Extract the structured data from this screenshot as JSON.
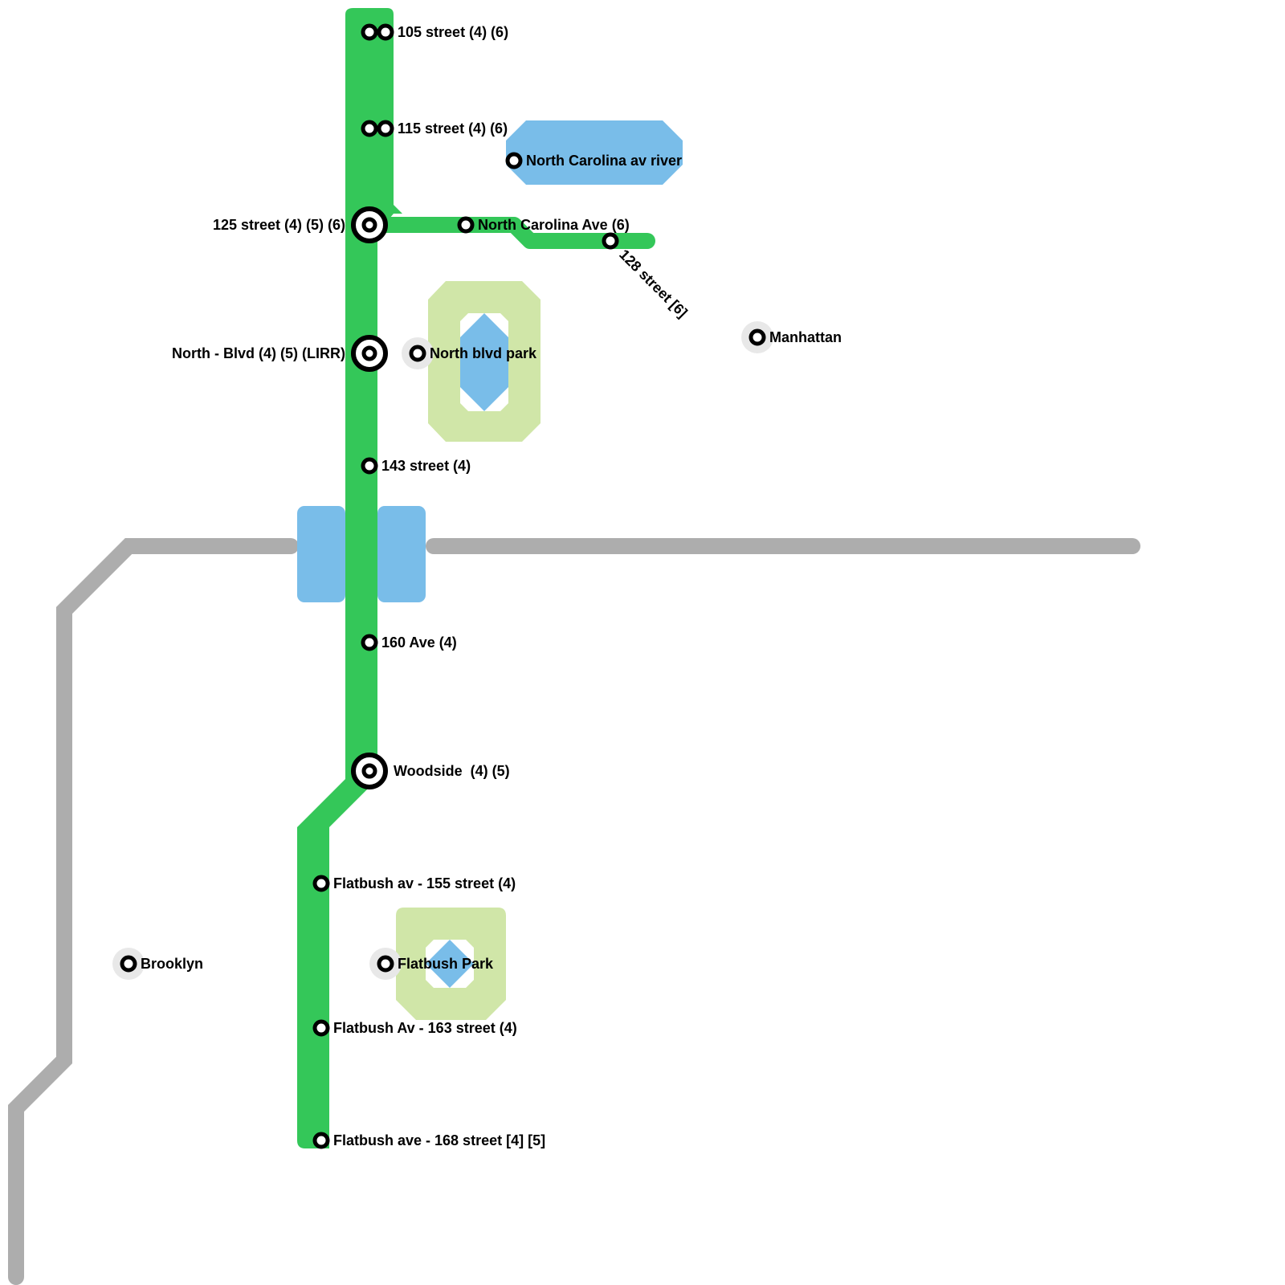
{
  "map": {
    "colors": {
      "green_line": "#34c759",
      "gray_line": "#adadad",
      "water": "#79bde9",
      "park": "#d0e6a8",
      "station_ring": "#000000",
      "station_fill": "#ffffff",
      "area_halo": "#e8e8e8"
    },
    "lines": [
      {
        "name": "Green line (4) (5) (6)",
        "color_key": "green_line"
      },
      {
        "name": "Gray railway",
        "color_key": "gray_line"
      }
    ],
    "stations": [
      {
        "id": "s105",
        "label": "105 street (4) (6)",
        "type": "double"
      },
      {
        "id": "s115",
        "label": "115 street (4) (6)",
        "type": "double"
      },
      {
        "id": "s125",
        "label": "125 street (4) (5) (6)",
        "type": "interchange"
      },
      {
        "id": "snca",
        "label": "North Carolina Ave (6)",
        "type": "regular"
      },
      {
        "id": "s128",
        "label": "128 street [6]",
        "type": "regular"
      },
      {
        "id": "snb",
        "label": "North - Blvd (4) (5) (LIRR)",
        "type": "interchange"
      },
      {
        "id": "s143",
        "label": "143 street (4)",
        "type": "regular"
      },
      {
        "id": "s160",
        "label": "160 Ave (4)",
        "type": "regular"
      },
      {
        "id": "swood",
        "label": "Woodside  (4) (5)",
        "type": "interchange"
      },
      {
        "id": "sf155",
        "label": "Flatbush av - 155 street (4)",
        "type": "regular"
      },
      {
        "id": "sf163",
        "label": "Flatbush Av - 163 street (4)",
        "type": "regular"
      },
      {
        "id": "sf168",
        "label": "Flatbush ave - 168 street [4] [5]",
        "type": "regular"
      }
    ],
    "places": [
      {
        "id": "p_ncriver",
        "label": "North Carolina av river",
        "kind": "water"
      },
      {
        "id": "p_nbpark",
        "label": "North blvd park",
        "kind": "park"
      },
      {
        "id": "p_manhattan",
        "label": "Manhattan",
        "kind": "area"
      },
      {
        "id": "p_brooklyn",
        "label": "Brooklyn",
        "kind": "area"
      },
      {
        "id": "p_flatpark",
        "label": "Flatbush Park",
        "kind": "park"
      }
    ]
  }
}
